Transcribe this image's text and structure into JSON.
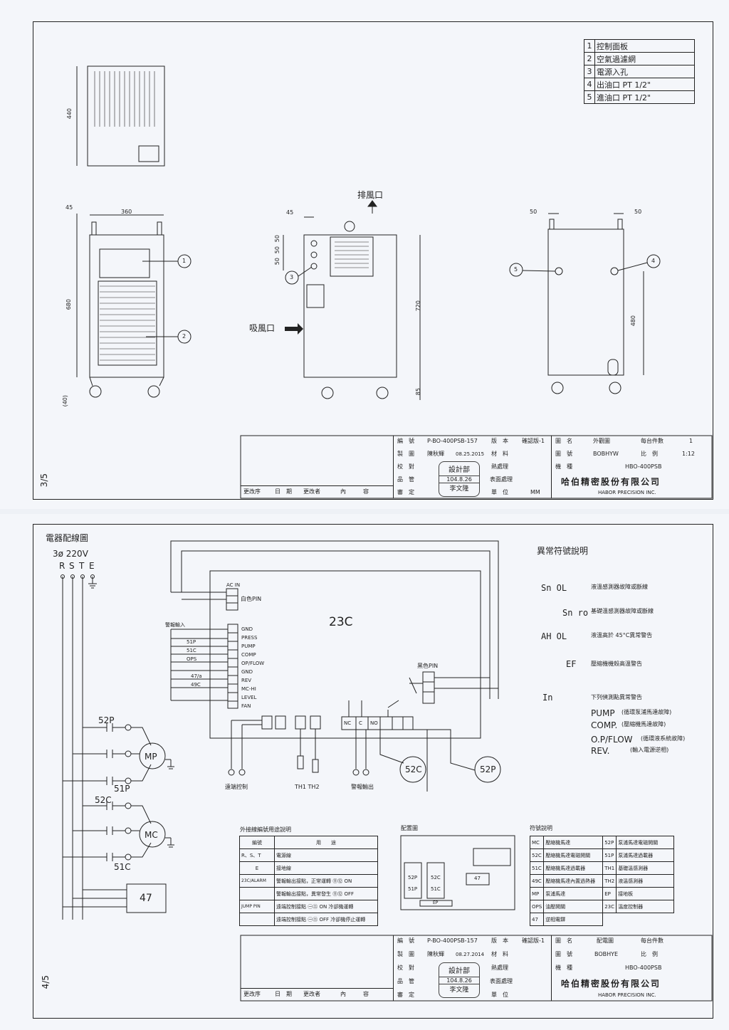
{
  "sheet1": {
    "page_number": "3/5",
    "parts_list": [
      {
        "no": "1",
        "name": "控制面板"
      },
      {
        "no": "2",
        "name": "空氣過濾網"
      },
      {
        "no": "3",
        "name": "電源入孔"
      },
      {
        "no": "4",
        "name": "出油口 PT 1/2\""
      },
      {
        "no": "5",
        "name": "進油口 PT 1/2\""
      }
    ],
    "dims": {
      "top_h": "440",
      "h45": "45",
      "w360": "360",
      "h680": "680",
      "h40": "(40)",
      "side45": "45",
      "side50a": "50",
      "side50b": "50",
      "side50c": "50",
      "side720": "720",
      "side85": "85",
      "back50a": "50",
      "back50b": "50",
      "back480": "480"
    },
    "labels": {
      "exhaust": "排風口",
      "intake": "吸風口"
    },
    "callouts": [
      "1",
      "2",
      "3",
      "4",
      "5"
    ],
    "title_block": {
      "drawing_no_label": "編　號",
      "drawing_no": "P-BO-400PSB-157",
      "version_label": "版　本",
      "version": "確認版-1",
      "drawn_label": "製　圖",
      "drawn_by": "陳秋輝",
      "drawn_date": "08.25.2015",
      "check_label": "校　對",
      "mgmt_label": "品　管",
      "approve_label": "審　定",
      "material_label": "材　料",
      "heat_label": "熱處理",
      "surface_label": "表面處理",
      "unit_label": "單　位",
      "unit": "MM",
      "stamp_dept": "設計部",
      "stamp_date": "104.8.26",
      "stamp_name": "李文隆",
      "name_label": "圖　名",
      "name": "外觀圖",
      "qty_label": "每台件數",
      "qty": "1",
      "dwg_label": "圖　號",
      "dwg": "BOBHYW",
      "scale_label": "比　例",
      "scale": "1:12",
      "model_label": "機　種",
      "model": "HBO-400PSB",
      "company_cn": "哈伯精密股份有限公司",
      "company_en": "HABOR PRECISION INC.",
      "rev_headers": [
        "更改序",
        "日　期",
        "更改者",
        "內　　　容"
      ]
    }
  },
  "sheet2": {
    "page_number": "4/5",
    "title": "電器配線圖",
    "power": "3ø 220V",
    "phases": [
      "R",
      "S",
      "T",
      "E"
    ],
    "controller": "23C",
    "ac_in": "AC IN",
    "white_pin": "白色PIN",
    "black_pin": "黑色PIN",
    "alarm_input": "警報輸入",
    "terminals": [
      "GND",
      "PRESS",
      "PUMP",
      "COMP",
      "OP/FLOW",
      "GND",
      "REV",
      "MC-HI",
      "LEVEL",
      "FAN"
    ],
    "relay_labels": [
      "51P",
      "51C",
      "OPS",
      "47/a",
      "49C"
    ],
    "contacts": [
      "52P",
      "51P",
      "52C",
      "51C",
      "47"
    ],
    "motors": [
      "MP",
      "MC"
    ],
    "coils": [
      "52C",
      "52P"
    ],
    "nc_c_no": [
      "NC",
      "C",
      "NO"
    ],
    "bottom_labels": {
      "remote": "遠端控制",
      "th": "TH1 TH2",
      "alarm_out": "警報輸出"
    },
    "error_title": "異常符號說明",
    "errors": [
      {
        "code": "Sn OL",
        "desc": "液溫感測器故障或斷線"
      },
      {
        "code": "Sn ro",
        "desc": "基礎溫感測器故障或斷線"
      },
      {
        "code": "AH OL",
        "desc": "液溫高於 45°C異常警告"
      },
      {
        "code": "EF",
        "desc": "壓縮機機殼高溫警告"
      },
      {
        "code": "In",
        "desc": "下列偵測點異常警告"
      }
    ],
    "detect_points": [
      {
        "name": "PUMP",
        "desc": "(循環泵浦馬達故障)"
      },
      {
        "name": "COMP.",
        "desc": "(壓縮機馬達故障)"
      },
      {
        "name": "O.P/FLOW",
        "desc": "(循環液系統故障)"
      },
      {
        "name": "REV.",
        "desc": "(輸入電源逆相)"
      }
    ],
    "ext_title": "外接線編號用途說明",
    "ext_headers": [
      "編號",
      "用　　途"
    ],
    "ext_rows": [
      {
        "code": "R、S、T",
        "use": "電源線"
      },
      {
        "code": "E",
        "use": "接地線"
      },
      {
        "code": "23C/ALARM",
        "use": "警報輸出接點，正常運轉 ⑪⑫ ON"
      },
      {
        "code": "",
        "use": "警報輸出接點，異常發生 ⑪⑫ OFF"
      },
      {
        "code": "JUMP PIN",
        "use": "遠端控制接點 ㊀㊁ ON 冷卻機運轉"
      },
      {
        "code": "",
        "use": "遠端控制接點 ㊀㊁ OFF 冷卻機停止運轉"
      }
    ],
    "layout_title": "配置圖",
    "layout_labels": [
      "52P",
      "51P",
      "52C",
      "51C",
      "47",
      "EP"
    ],
    "sym_title": "符號說明",
    "symbols": [
      {
        "a": "MC",
        "b": "壓縮機馬達",
        "c": "52P",
        "d": "泵浦馬達電磁開關"
      },
      {
        "a": "52C",
        "b": "壓縮機馬達電磁開關",
        "c": "51P",
        "d": "泵浦馬達過載器"
      },
      {
        "a": "51C",
        "b": "壓縮機馬達過載器",
        "c": "TH1",
        "d": "基礎溫感測器"
      },
      {
        "a": "49C",
        "b": "壓縮機馬達內置過熱器",
        "c": "TH2",
        "d": "液溫感測器"
      },
      {
        "a": "MP",
        "b": "泵浦馬達",
        "c": "EP",
        "d": "接地板"
      },
      {
        "a": "OPS",
        "b": "油壓開關",
        "c": "23C",
        "d": "溫度控制器"
      },
      {
        "a": "47",
        "b": "逆相電驛",
        "c": "",
        "d": ""
      }
    ],
    "title_block": {
      "drawing_no_label": "編　號",
      "drawing_no": "P-BO-400PSB-157",
      "version_label": "版　本",
      "version": "確認版-1",
      "drawn_label": "製　圖",
      "drawn_by": "陳秋輝",
      "drawn_date": "08.27.2014",
      "check_label": "校　對",
      "mgmt_label": "品　管",
      "approve_label": "審　定",
      "material_label": "材　料",
      "heat_label": "熱處理",
      "surface_label": "表面處理",
      "unit_label": "單　位",
      "unit": "",
      "stamp_dept": "設計部",
      "stamp_date": "104.8.26",
      "stamp_name": "李文隆",
      "name_label": "圖　名",
      "name": "配電圖",
      "qty_label": "每台件數",
      "qty": "",
      "dwg_label": "圖　號",
      "dwg": "BOBHYE",
      "scale_label": "比　例",
      "scale": "",
      "model_label": "機　種",
      "model": "HBO-400PSB",
      "company_cn": "哈伯精密股份有限公司",
      "company_en": "HABOR PRECISION INC.",
      "rev_headers": [
        "更改序",
        "日　期",
        "更改者",
        "內　　　容"
      ]
    }
  }
}
